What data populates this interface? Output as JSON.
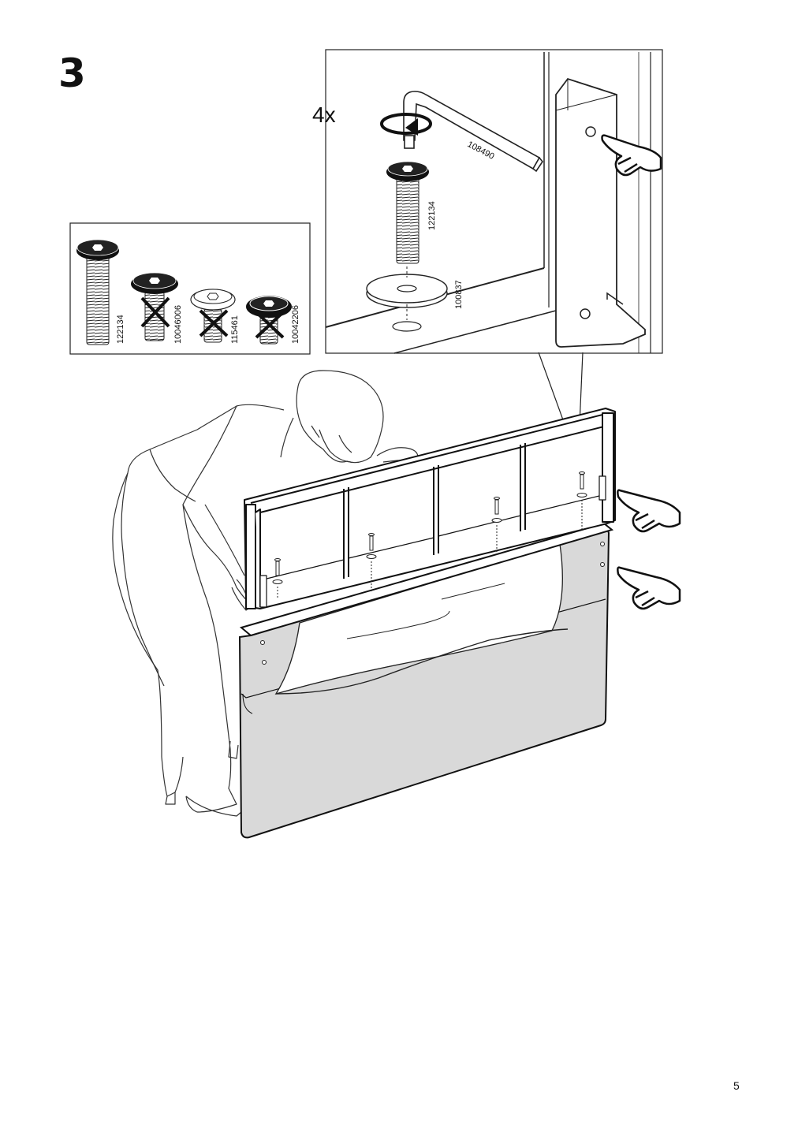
{
  "step": {
    "number": "3"
  },
  "detail_panel": {
    "quantity": "4x",
    "allen_key_part": "108490",
    "bolt_part": "122134",
    "washer_part": "100837"
  },
  "screw_guide": {
    "correct": {
      "part": "122134"
    },
    "incorrect": [
      {
        "part": "10046006"
      },
      {
        "part": "115461"
      },
      {
        "part": "10042206"
      }
    ]
  },
  "page": {
    "number": "5"
  }
}
